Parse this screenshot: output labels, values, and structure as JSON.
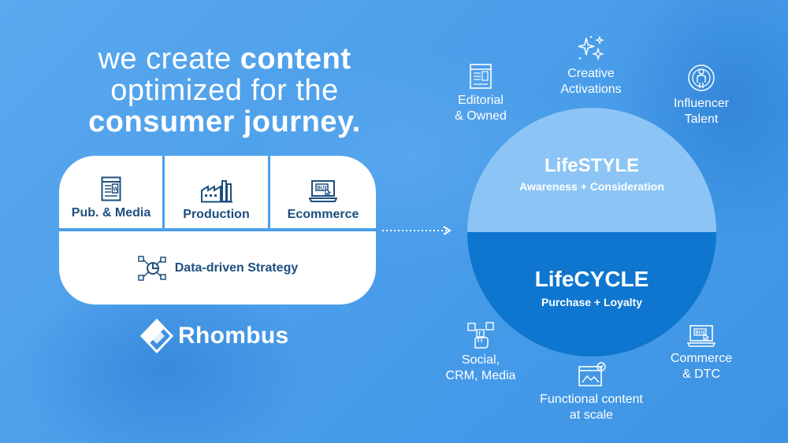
{
  "headline": {
    "line1_regular": "we create ",
    "line1_bold": "content",
    "line2": "optimized for the",
    "line3_bold": "consumer journey."
  },
  "services": [
    {
      "label": "Pub. & Media",
      "icon": "webpage-icon"
    },
    {
      "label": "Production",
      "icon": "factory-icon"
    },
    {
      "label": "Ecommerce",
      "icon": "laptop-buy-icon"
    }
  ],
  "strategy": {
    "label": "Data-driven Strategy",
    "icon": "data-network-icon"
  },
  "brand": {
    "name": "Rhombus",
    "icon": "rhombus-logo-icon"
  },
  "lifestyle": {
    "title": "LifeSTYLE",
    "subtitle": "Awareness + Consideration",
    "color": "#8cc5f5"
  },
  "lifecycle": {
    "title": "LifeCYCLE",
    "subtitle": "Purchase + Loyalty",
    "color": "#0f76cf"
  },
  "spokes": {
    "editorial": {
      "line1": "Editorial",
      "line2": "& Owned",
      "icon": "article-icon"
    },
    "creative": {
      "line1": "Creative",
      "line2": "Activations",
      "icon": "sparkles-icon"
    },
    "influencer": {
      "line1": "Influencer",
      "line2": "Talent",
      "icon": "person-target-icon"
    },
    "social": {
      "line1": "Social,",
      "line2": "CRM, Media",
      "icon": "social-hand-icon"
    },
    "functional": {
      "line1": "Functional content",
      "line2": "at scale",
      "icon": "image-check-icon"
    },
    "commerce": {
      "line1": "Commerce",
      "line2": "& DTC",
      "icon": "laptop-buy-icon"
    }
  },
  "colors": {
    "background": "#4d9fea",
    "panel_text": "#1d4f7e",
    "white": "#ffffff"
  }
}
